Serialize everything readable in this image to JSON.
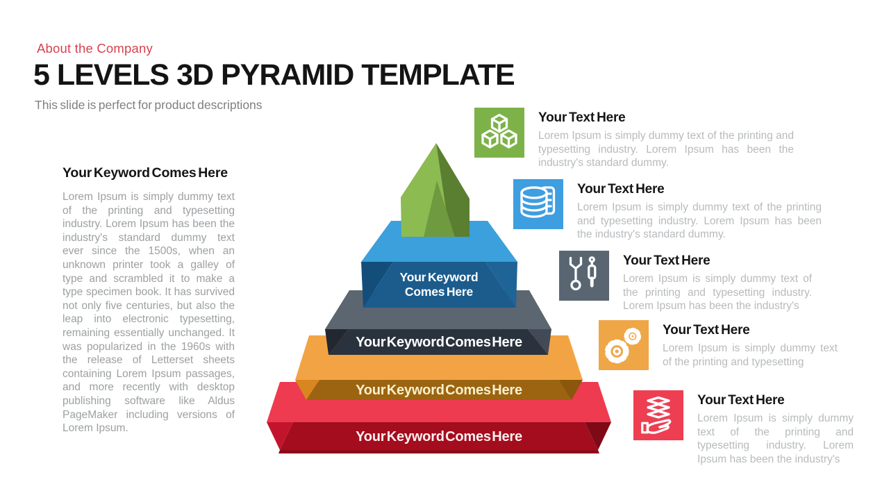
{
  "slide": {
    "eyebrow": "About the Company",
    "title": "5 LEVELS 3D PYRAMID TEMPLATE",
    "subtitle": "This slide is perfect for product descriptions",
    "colors": {
      "eyebrow_red": "#D5424E",
      "title_black": "#141414",
      "subtitle_gray": "#7F7F7F",
      "left_body_gray": "#9C9FA1",
      "callout_body_gray": "#B7BABC"
    }
  },
  "left_panel": {
    "heading": "Your Keyword Comes Here",
    "body": "Lorem Ipsum is simply dummy text of the printing and typesetting industry. Lorem Ipsum has been the industry's standard dummy text ever since the 1500s, when an unknown printer took a galley of type and scrambled it to make a type specimen book. It has survived not only five centuries, but also the leap into electronic typesetting, remaining essentially unchanged. It was popularized in the 1960s with the release of Letterset sheets containing Lorem Ipsum passages, and more recently with desktop publishing software like Aldus PageMaker including versions of Lorem Ipsum."
  },
  "pyramid": {
    "apex": {
      "name": "level-1-green-apex",
      "face_light": "#8CBB52",
      "face_mid": "#6F9A3F",
      "face_dark": "#5A7F31"
    },
    "levels": [
      {
        "name": "level-2-blue",
        "label_line1": "Your Keyword",
        "label_line2": "Comes Here",
        "label_color": "#FFFFFF",
        "top": "#3BA0DC",
        "front": "#1B5C8D",
        "bevel_left": "#134E7B",
        "bevel_right": "#1E6496"
      },
      {
        "name": "level-3-gray",
        "label": "Your Keyword Comes Here",
        "label_color": "#FFFFFF",
        "top": "#5C6670",
        "front": "#2A323D",
        "bevel_left": "#23272F",
        "bevel_right": "#414A56"
      },
      {
        "name": "level-4-orange",
        "label": "Your Keyword Comes Here",
        "label_color": "#F8F0CE",
        "top": "#F2A444",
        "front": "#9C6410",
        "bevel_left": "#D8861F",
        "bevel_right": "#8A570C"
      },
      {
        "name": "level-5-red",
        "label": "Your Keyword Comes Here",
        "label_color": "#FFEFEF",
        "top": "#EE3B50",
        "front": "#A30D1E",
        "bevel_left": "#C2142C",
        "bevel_right": "#7E0A17",
        "shadow": "#8C0B1A"
      }
    ]
  },
  "callouts": [
    {
      "icon": "cubes-icon",
      "color": "#7DB249",
      "heading": "Your Text Here",
      "body": "Lorem Ipsum is simply dummy text of the printing and typesetting industry. Lorem Ipsum has been the industry's standard dummy."
    },
    {
      "icon": "database-icon",
      "color": "#3E9EDF",
      "heading": "Your Text Here",
      "body": "Lorem Ipsum is simply dummy text of the printing and typesetting industry. Lorem Ipsum has been the industry's standard dummy."
    },
    {
      "icon": "tools-icon",
      "color": "#596672",
      "heading": "Your Text Here",
      "body": "Lorem Ipsum is simply dummy text of the printing and typesetting industry. Lorem Ipsum has been the industry's"
    },
    {
      "icon": "gears-icon",
      "color": "#EFA647",
      "heading": "Your Text Here",
      "body": "Lorem Ipsum is simply dummy text of the printing and typesetting"
    },
    {
      "icon": "hand-layers-icon",
      "color": "#EE3E52",
      "heading": "Your Text Here",
      "body": "Lorem Ipsum is simply dummy text of the printing and typesetting industry. Lorem Ipsum has been the industry's"
    }
  ]
}
